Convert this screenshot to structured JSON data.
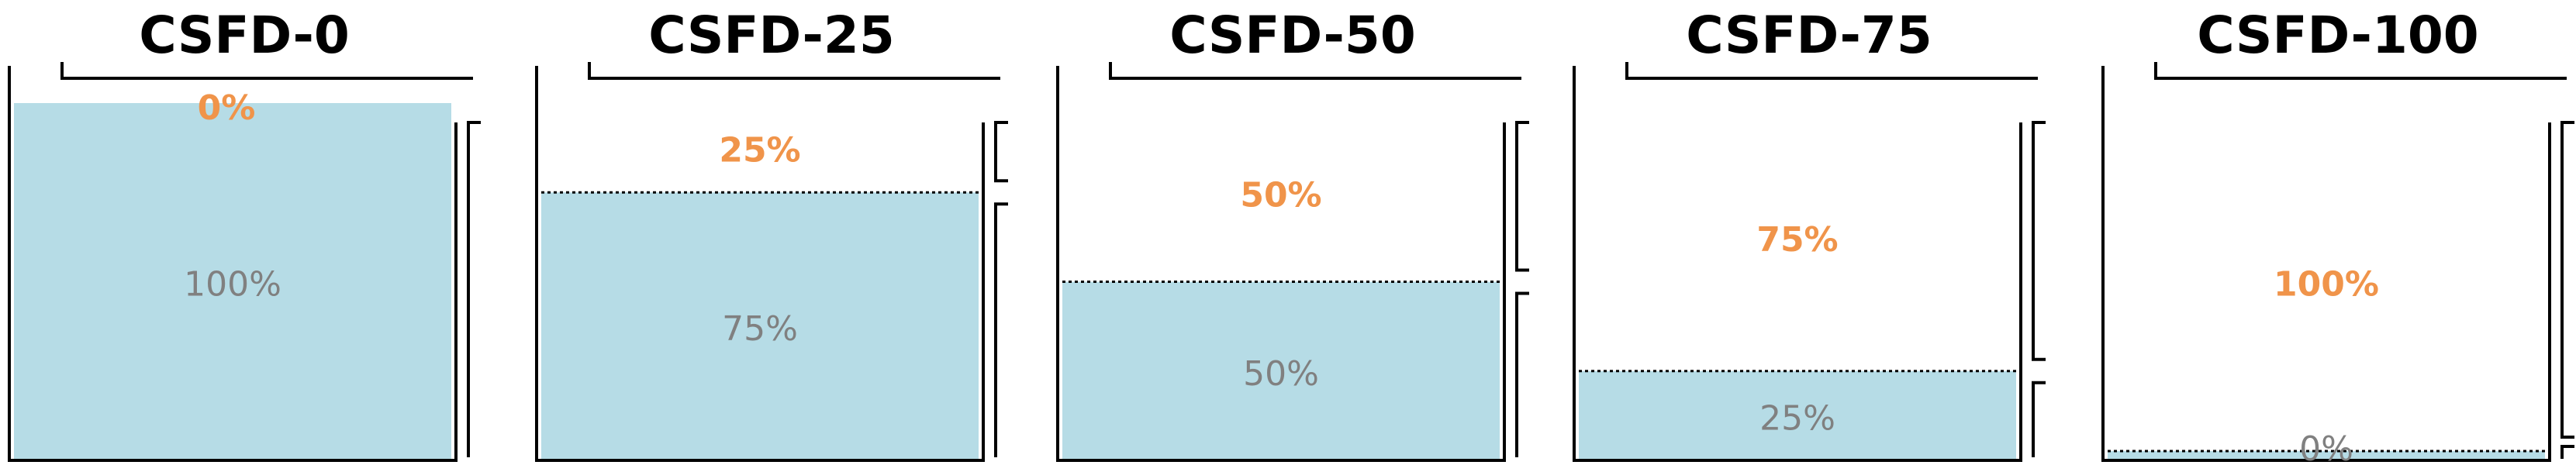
{
  "colors": {
    "fill": "#b6dce6",
    "empty_label": "#f0944a",
    "fill_label": "#808080"
  },
  "panels": [
    {
      "title": "CSFD-0",
      "empty_fraction": 0,
      "empty_label": "0%",
      "fill_label": "100%"
    },
    {
      "title": "CSFD-25",
      "empty_fraction": 0.25,
      "empty_label": "25%",
      "fill_label": "75%"
    },
    {
      "title": "CSFD-50",
      "empty_fraction": 0.5,
      "empty_label": "50%",
      "fill_label": "50%"
    },
    {
      "title": "CSFD-75",
      "empty_fraction": 0.75,
      "empty_label": "75%",
      "fill_label": "25%"
    },
    {
      "title": "CSFD-100",
      "empty_fraction": 1,
      "empty_label": "100%",
      "fill_label": "0%"
    }
  ]
}
